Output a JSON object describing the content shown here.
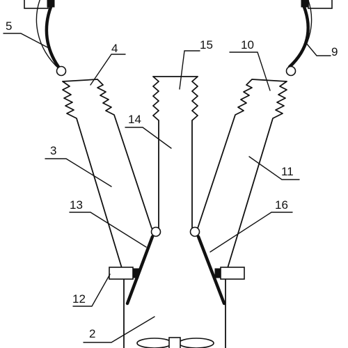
{
  "labels": {
    "n2": "2",
    "n3": "3",
    "n4": "4",
    "n5": "5",
    "n9": "9",
    "n10": "10",
    "n11": "11",
    "n12": "12",
    "n13": "13",
    "n14": "14",
    "n15": "15",
    "n16": "16"
  }
}
